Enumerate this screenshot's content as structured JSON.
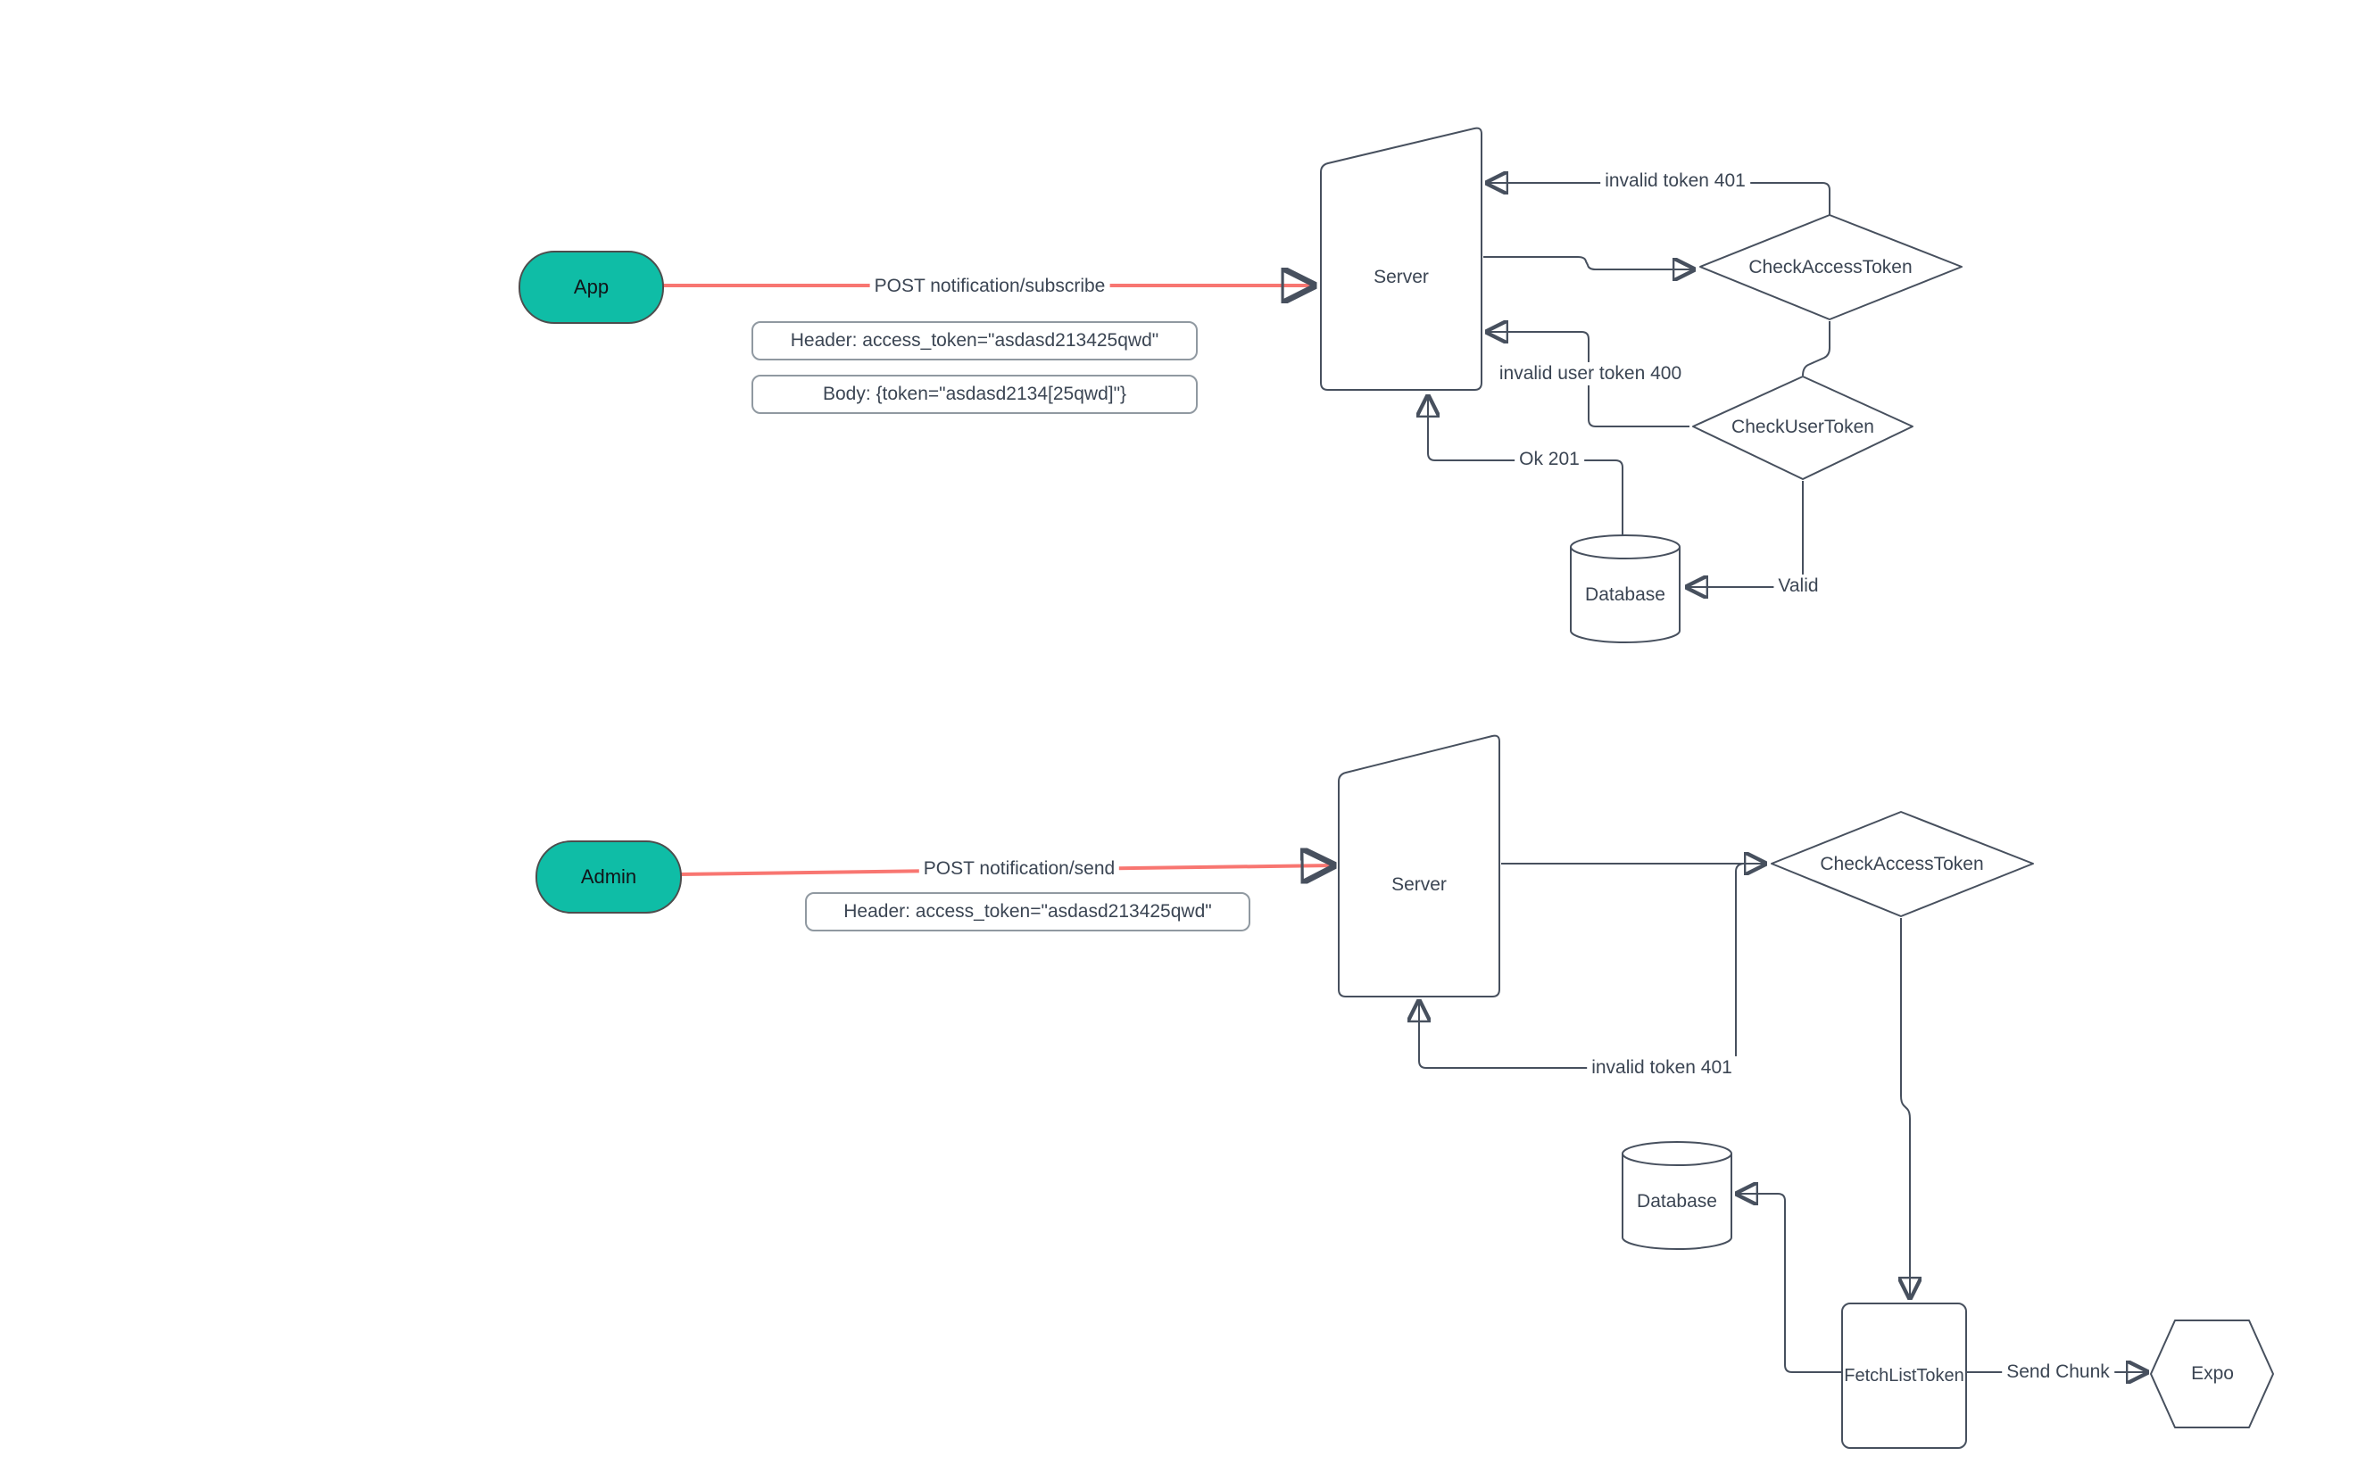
{
  "colors": {
    "accent_teal": "#0fbda6",
    "arrow_red": "#f87671",
    "line_dark": "#47505e",
    "text": "#3b4553"
  },
  "flow_subscribe": {
    "actor": "App",
    "request": "POST notification/subscribe",
    "header_note": "Header: access_token=\"asdasd213425qwd\"",
    "body_note": "Body: {token=\"asdasd2134[25qwd]\"}",
    "server": "Server",
    "check_access": "CheckAccessToken",
    "check_user": "CheckUserToken",
    "invalid_token": "invalid token 401",
    "invalid_user_token": "invalid user token 400",
    "valid": "Valid",
    "ok": "Ok 201",
    "database": "Database"
  },
  "flow_send": {
    "actor": "Admin",
    "request": "POST notification/send",
    "header_note": "Header: access_token=\"asdasd213425qwd\"",
    "server": "Server",
    "check_access": "CheckAccessToken",
    "invalid_token": "invalid token 401",
    "database": "Database",
    "fetch_list": "FetchListToken",
    "send_chunk": "Send Chunk",
    "expo": "Expo"
  }
}
